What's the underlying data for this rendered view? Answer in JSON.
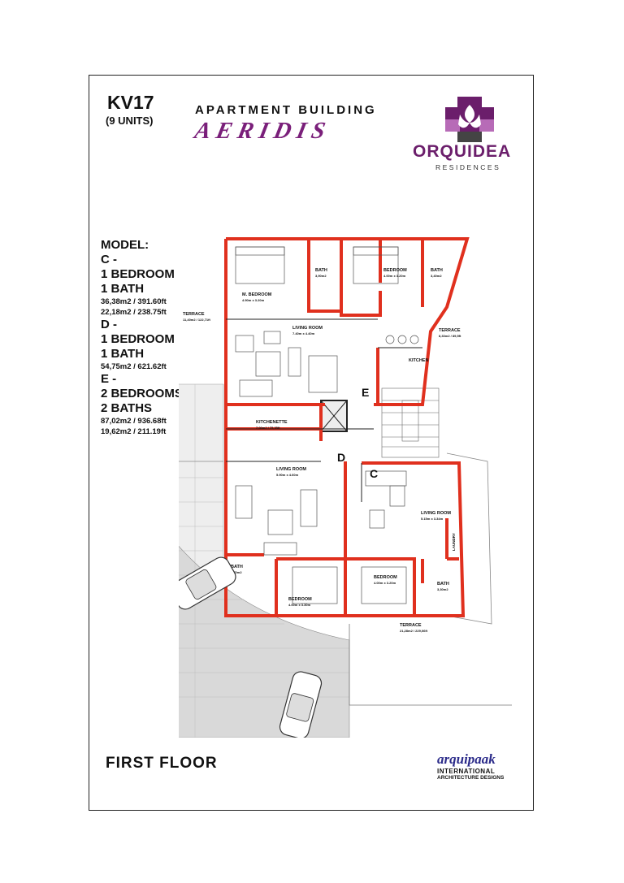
{
  "header": {
    "code": "KV17",
    "units": "(9 UNITS)",
    "building_label": "APARTMENT BUILDING",
    "building_name": "AERIDIS"
  },
  "brand": {
    "name": "ORQUIDEA",
    "tagline": "RESIDENCES",
    "color": "#6b1e6b"
  },
  "models": [
    {
      "letter": "MODEL:"
    },
    {
      "letter": "C -",
      "rooms": "1 BEDROOM",
      "baths": "1 BATH",
      "area1": "36,38m2 / 391.60ft",
      "area2": "22,18m2 / 238.75ft"
    },
    {
      "letter": "D -",
      "rooms": "1 BEDROOM",
      "baths": "1 BATH",
      "area1": "54,75m2 / 621.62ft"
    },
    {
      "letter": "E -",
      "rooms": "2 BEDROOMS",
      "baths": "2 BATHS",
      "area1": "87,02m2 / 936.68ft",
      "area2": "19,62m2 / 211.19ft"
    }
  ],
  "plan": {
    "unit_letters": [
      "E",
      "D",
      "C"
    ],
    "rooms": {
      "m_bedroom": "M. BEDROOM",
      "m_bedroom_dim": "4.90m x 3.20m",
      "bath1": "BATH",
      "bath1_dim": "3,90m2",
      "bedroom_top": "BEDROOM",
      "bedroom_top_dim": "4.00m x 3.20m",
      "bath2": "BATH",
      "bath2_dim": "3,40m2",
      "terrace_left": "TERRACE",
      "terrace_left_dim": "11,40m2 / 122,71ft",
      "living_top": "LIVING ROOM",
      "living_top_dim": "7.40m x 4.40m",
      "terrace_right": "TERRACE",
      "terrace_right_dim": "8,33m2 / 89,5ft",
      "kitchen": "KITCHEN",
      "kitchenette": "KITCHENETTE",
      "kitchenette_dim": "7,00m2 / 75,35ft",
      "living_mid": "LIVING ROOM",
      "living_mid_dim": "5.90m x 4.60m",
      "living_right": "LIVING ROOM",
      "living_right_dim": "5.15m x 3.34m",
      "laundry": "LAUNDRY",
      "bath3": "BATH",
      "bath3_dim": "4,70m2",
      "bedroom_bl": "BEDROOM",
      "bedroom_bl_dim": "4.00m x 3.30m",
      "bedroom_br": "BEDROOM",
      "bedroom_br_dim": "4.00m x 3.20m",
      "bath4": "BATH",
      "bath4_dim": "3,30m2",
      "terrace_bottom": "TERRACE",
      "terrace_bottom_dim": "21,28m2 / 229,06ft"
    }
  },
  "footer": {
    "floor": "FIRST FLOOR",
    "company": "arquipaak",
    "company_line1": "INTERNATIONAL",
    "company_line2": "ARCHITECTURE DESIGNS"
  },
  "colors": {
    "wall": "#e0301e",
    "wall_dark": "#222222",
    "accent": "#7a1f7a"
  }
}
